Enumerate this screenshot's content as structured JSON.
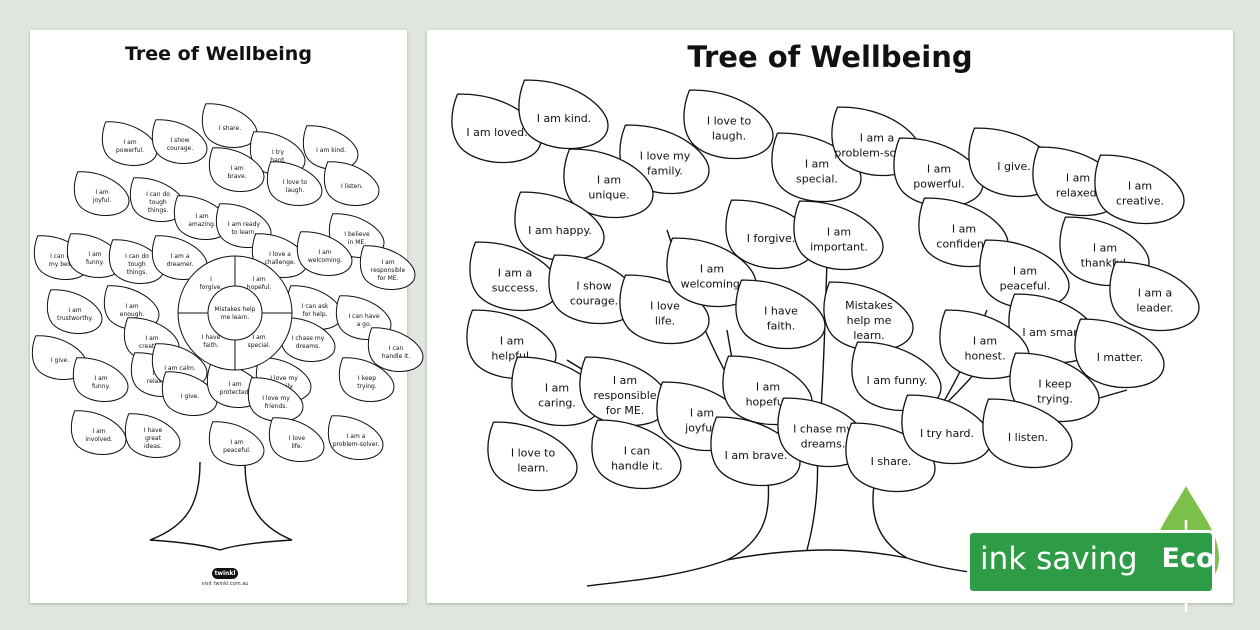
{
  "left_page": {
    "title": "Tree of Wellbeing",
    "leaves": [
      "I share.",
      "I am powerful.",
      "I show courage.",
      "I try hard.",
      "I am kind.",
      "I am joyful.",
      "I am brave.",
      "I love to laugh.",
      "I listen.",
      "I can do tough things.",
      "I am amazing.",
      "I am ready to learn.",
      "I believe in ME.",
      "I can do my best.",
      "I am funny.",
      "I can do tough things.",
      "I am a dreamer.",
      "I love a challenge.",
      "I am welcoming.",
      "I am responsible for ME.",
      "I am trustworthy.",
      "I am enough.",
      "I can ask for help.",
      "I can have a go.",
      "I give.",
      "I am creative.",
      "I chase my dreams.",
      "I can handle it.",
      "I am funny.",
      "I am relaxed.",
      "I am calm.",
      "I love my family.",
      "I keep trying.",
      "I give.",
      "I am protected.",
      "I love my friends.",
      "I am involved.",
      "I have great ideas.",
      "I am peaceful.",
      "I love life.",
      "I am a problem-solver."
    ],
    "ring": [
      "I forgive.",
      "I am hopeful.",
      "I have faith.",
      "I am special."
    ],
    "center": "Mistakes help me learn.",
    "logo": "twinkl",
    "url": "visit twinkl.com.au"
  },
  "right_page": {
    "title": "Tree of Wellbeing",
    "leaves": [
      "I am loved.",
      "I am kind.",
      "I love to laugh.",
      "I love my family.",
      "I am special.",
      "I am a problem-solver.",
      "I am powerful.",
      "I give.",
      "I am relaxed.",
      "I am creative.",
      "I am unique.",
      "I am happy.",
      "I forgive.",
      "I am important.",
      "I am confident.",
      "I am thankful.",
      "I am a success.",
      "I show courage.",
      "I love life.",
      "I am welcoming.",
      "I have faith.",
      "Mistakes help me learn.",
      "I am peaceful.",
      "I am smart.",
      "I am a leader.",
      "I am helpful.",
      "I am caring.",
      "I am responsible for ME.",
      "I am joyful.",
      "I am hopeful.",
      "I am funny.",
      "I am honest.",
      "I keep trying.",
      "I matter.",
      "I love to learn.",
      "I can handle it.",
      "I am brave.",
      "I chase my dreams.",
      "I share.",
      "I try hard.",
      "I listen."
    ]
  },
  "badge": {
    "label": "ink saving",
    "eco": "Eco",
    "color": "#2e9b47"
  }
}
